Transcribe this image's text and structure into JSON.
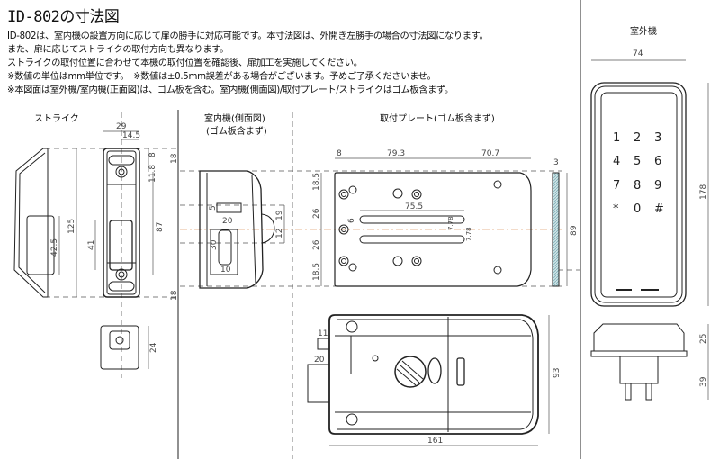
{
  "title": "ID-802の寸法図",
  "notes": [
    "ID-802は、室内機の設置方向に応じて扉の勝手に対応可能です。本寸法図は、外開き左勝手の場合の寸法図になります。",
    "また、扉に応じてストライクの取付方向も異なります。",
    "ストライクの取付位置に合わせて本機の取付位置を確認後、扉加工を実施してください。",
    "※数値の単位はmm単位です。　※数値は±0.5mm誤差がある場合がございます。予めご了承くださいませ。",
    "※本図面は室外機/室内機(正面図)は、ゴム板を含む。室内機(側面図)/取付プレート/ストライクはゴム板含まず。"
  ],
  "sections": {
    "strike": "ストライク",
    "indoor_side": "室内機(側面図)",
    "indoor_side_sub": "(ゴム板含まず)",
    "plate": "取付プレート(ゴム板含まず)",
    "outdoor": "室外機"
  },
  "dims": {
    "strike": {
      "w29": "29",
      "w14_5": "14.5",
      "d8": "8",
      "d11_8": "11.8",
      "h87": "87",
      "h41": "41",
      "h125": "125",
      "h42_5": "42.5",
      "h24": "24"
    },
    "side": {
      "t18": "18",
      "b18": "18",
      "d5": "5",
      "w20": "20",
      "h30": "30",
      "w10": "10",
      "h19": "19",
      "h12": "12"
    },
    "plate": {
      "w8": "8",
      "w79_3": "79.3",
      "w70_7": "70.7",
      "w75_5": "75.5",
      "d6": "6",
      "d7_78a": "7.78",
      "d7_78b": "7.78",
      "h18_5a": "18.5",
      "h26a": "26",
      "h26b": "26",
      "h18_5b": "18.5",
      "t3": "3",
      "h89": "89"
    },
    "front": {
      "d11": "11",
      "d20": "20",
      "h93": "93",
      "w161": "161"
    },
    "outdoor": {
      "w74": "74",
      "h178": "178",
      "h25": "25",
      "h39": "39"
    }
  },
  "keypad": [
    "1",
    "2",
    "3",
    "4",
    "5",
    "6",
    "7",
    "8",
    "9",
    "*",
    "0",
    "#"
  ],
  "colors": {
    "line": "#222222",
    "center_line": "#e0a070",
    "hatch": "#7fb0b8"
  }
}
